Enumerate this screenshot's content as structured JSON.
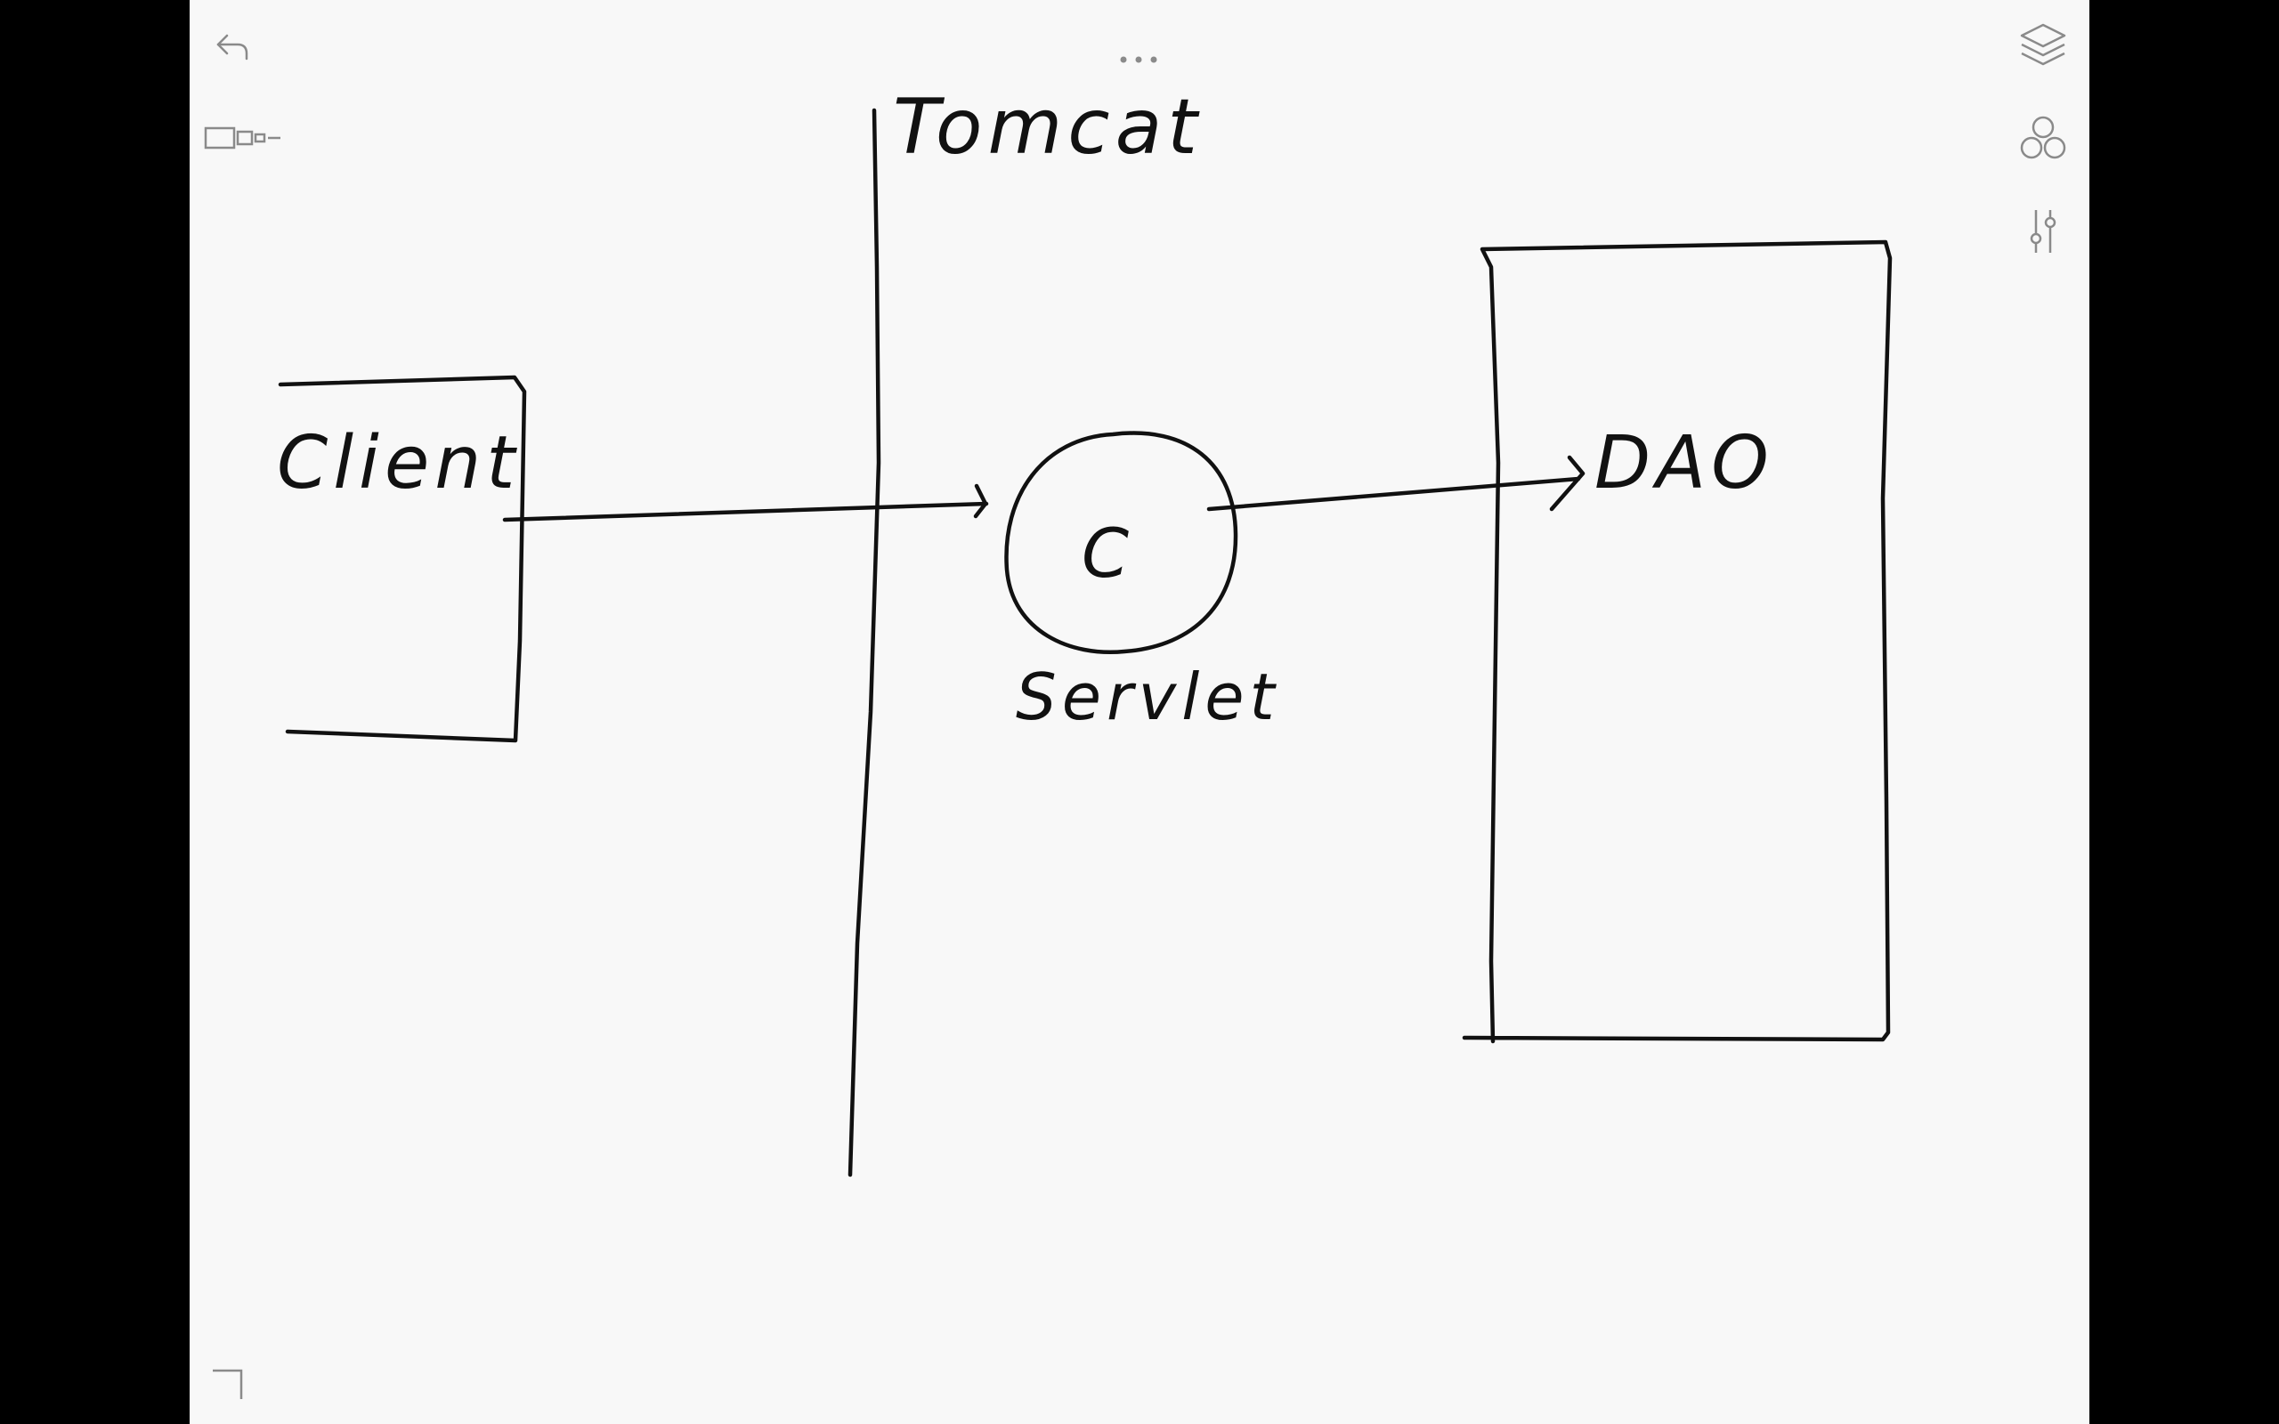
{
  "toolbar": {
    "undo_icon": "undo-arrow-icon",
    "more_icon": "more-dots-icon",
    "page_thumbnails_icon": "page-thumbnails-icon",
    "layers_icon": "layers-icon",
    "shapes_icon": "shapes-icon",
    "settings_icon": "adjustment-sliders-icon",
    "corner_icon": "page-corner-icon"
  },
  "colors": {
    "background": "#000000",
    "canvas": "#f8f8f8",
    "ink": "#111111",
    "toolbar_icon": "#8a8a8a"
  },
  "drawing": {
    "tomcat_label": "Tomcat",
    "client_label": "Client",
    "controller_label": "C",
    "servlet_label": "Servlet",
    "dao_label": "DAO"
  }
}
